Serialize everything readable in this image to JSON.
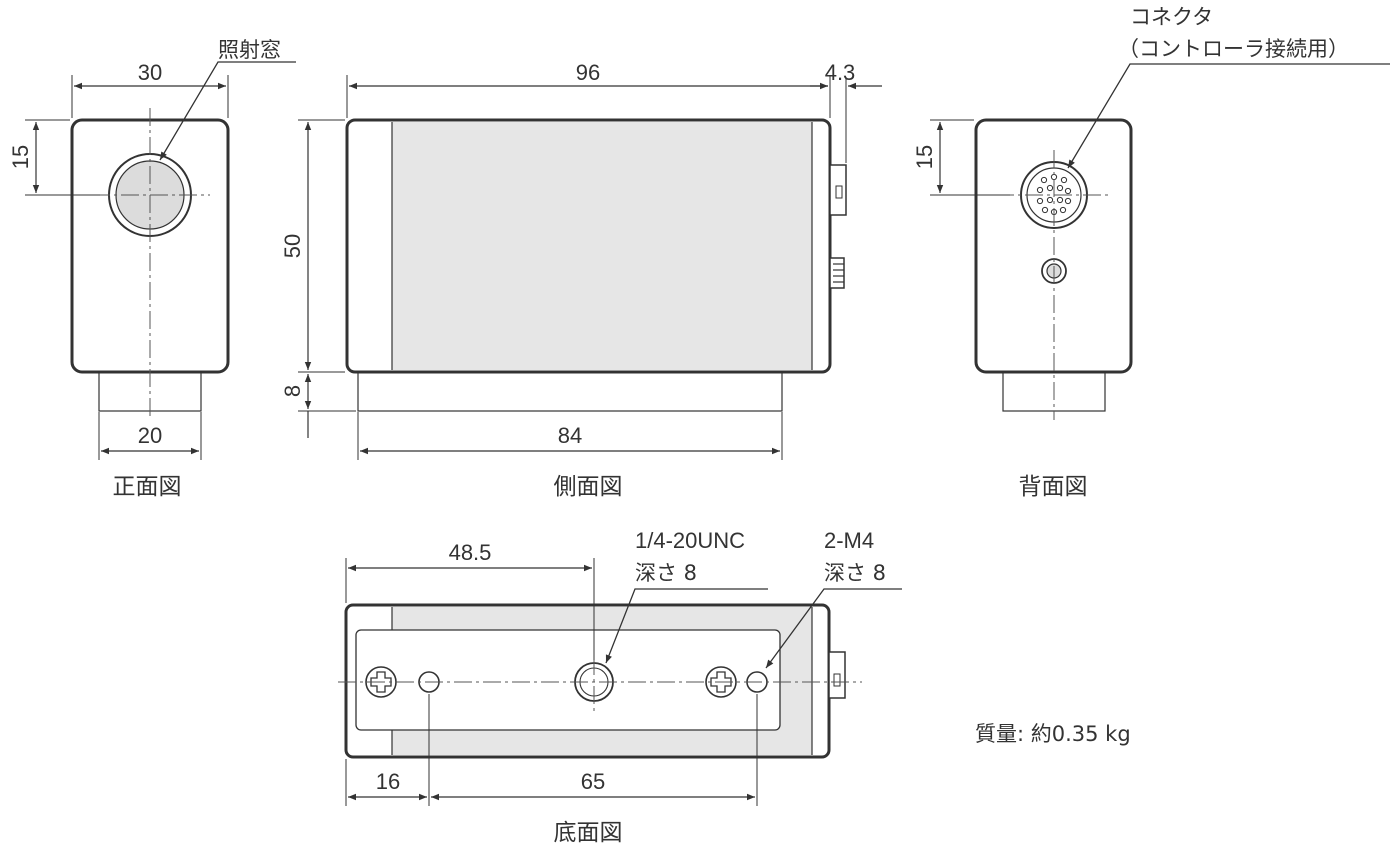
{
  "views": {
    "front": {
      "caption": "正面図",
      "dims": {
        "width": "30",
        "from_top": "15",
        "base_width": "20"
      },
      "label": "照射窓"
    },
    "side": {
      "caption": "側面図",
      "dims": {
        "length": "96",
        "connector": "4.3",
        "height": "50",
        "base_height": "8",
        "base_length": "84"
      }
    },
    "rear": {
      "caption": "背面図",
      "dims": {
        "from_top": "15"
      },
      "label_line1": "コネクタ",
      "label_line2": "（コントローラ接続用）"
    },
    "bottom": {
      "caption": "底面図",
      "dims": {
        "to_center": "48.5",
        "edge_to_hole": "16",
        "hole_pitch": "65"
      },
      "callout_center_line1": "1/4-20UNC",
      "callout_center_line2": "深さ 8",
      "callout_side_line1": "2-M4",
      "callout_side_line2": "深さ 8"
    }
  },
  "mass": "質量: 約0.35 kg",
  "colors": {
    "line": "#333333",
    "panel": "#e6e6e6",
    "lens": "#d9d9d9"
  }
}
